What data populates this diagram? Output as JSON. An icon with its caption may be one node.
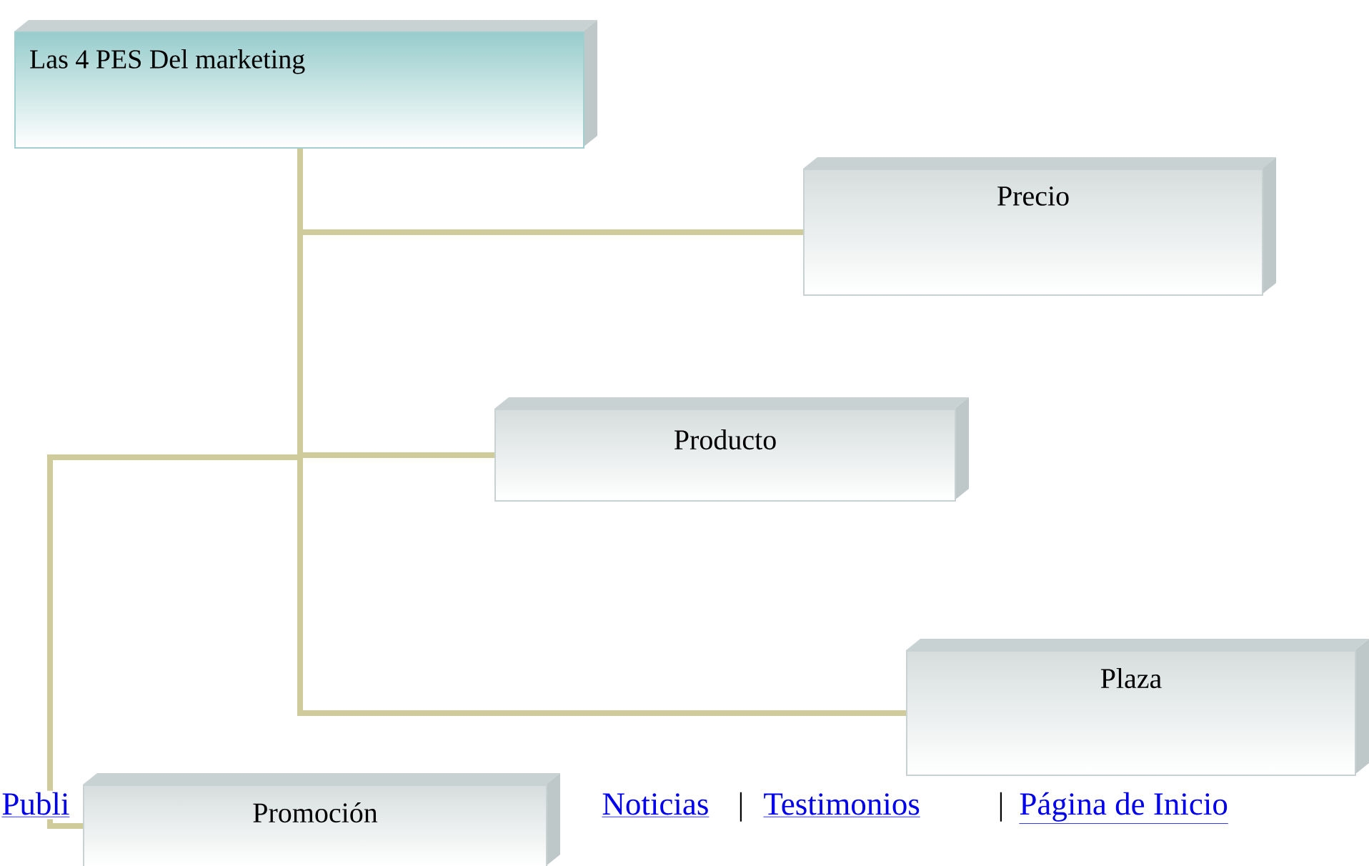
{
  "diagram": {
    "nodes": [
      {
        "text": [
          "Las 4 PES Del marketing"
        ]
      },
      {
        "text": [
          "Precio"
        ]
      },
      {
        "text": [
          "Producto"
        ]
      },
      {
        "text": [
          "Plaza"
        ]
      },
      {
        "text": [
          "Promoción"
        ]
      }
    ],
    "edges": [
      {
        "from": 0,
        "to": 1,
        "arrow": "none"
      },
      {
        "from": 0,
        "to": 2,
        "arrow": "none"
      },
      {
        "from": 0,
        "to": 3,
        "arrow": "none"
      },
      {
        "from": 0,
        "to": 4,
        "arrow": "none"
      }
    ],
    "labels": [
      "Publi",
      "Noticias",
      "|",
      "Testimonios",
      "|",
      "Página de Inicio"
    ]
  }
}
